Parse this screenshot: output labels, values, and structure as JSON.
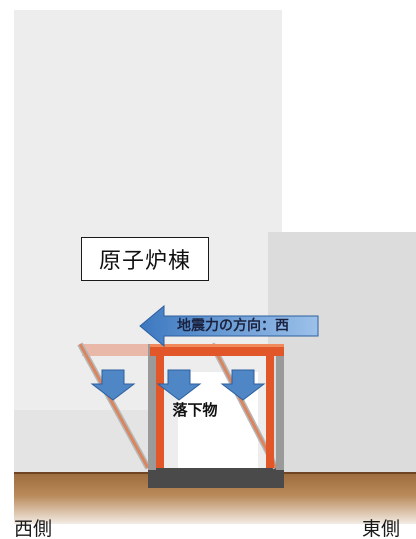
{
  "reactor_building": {
    "label": "原子炉棟"
  },
  "seismic_force": {
    "label": "地震力の方向：西"
  },
  "falling_debris": {
    "label": "落下物"
  },
  "sides": {
    "west": "西側",
    "east": "東側"
  },
  "colors": {
    "building_main": "#ededed",
    "building_annex": "#dcdcdc",
    "ground": "#8a5a32",
    "frame": "#e2572a",
    "arrow": "#4f86c6",
    "foundation": "#4a4a4a"
  }
}
